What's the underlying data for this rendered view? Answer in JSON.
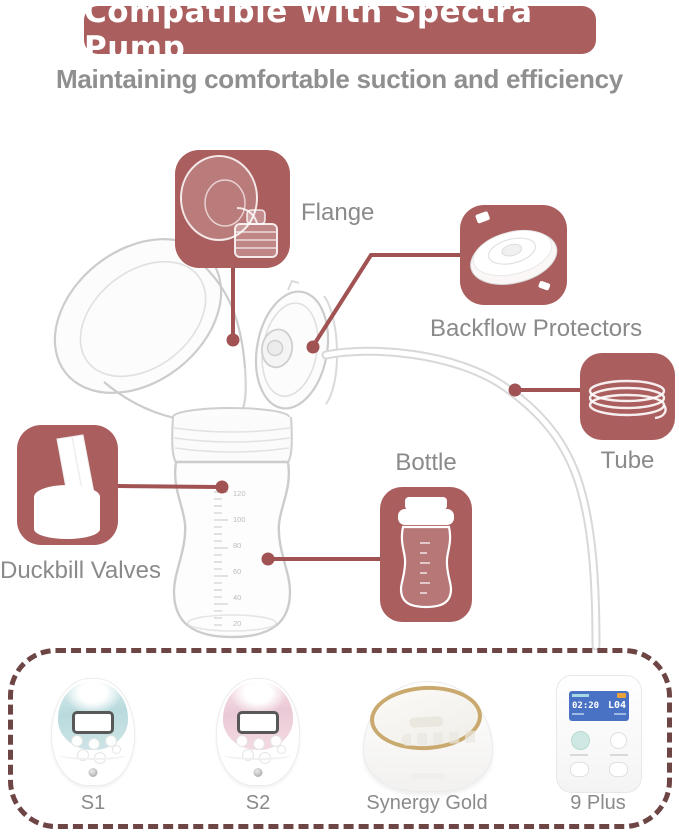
{
  "header": {
    "title": "Compatible With Spectra Pump",
    "subtitle": "Maintaining comfortable suction and efficiency"
  },
  "colors": {
    "rose_box": "#ab5e5e",
    "callout_line": "#a15353",
    "dashed_border": "#6e4545",
    "label_gray": "#8a8a8a",
    "s1_accent": "#b9dadd",
    "s2_accent": "#eac9d6",
    "gold_ring": "#c9a96e",
    "screen_blue": "#4a72c4"
  },
  "callouts": {
    "flange": {
      "label": "Flange"
    },
    "backflow": {
      "label": "Backflow Protectors"
    },
    "tube": {
      "label": "Tube"
    },
    "duckbill": {
      "label": "Duckbill Valves"
    },
    "bottle": {
      "label": "Bottle"
    }
  },
  "bottle_scale": [
    "120",
    "100",
    "80",
    "60",
    "40",
    "20"
  ],
  "pumps": [
    {
      "name": "S1"
    },
    {
      "name": "S2"
    },
    {
      "name": "Synergy Gold"
    },
    {
      "name": "9 Plus"
    }
  ],
  "device_screen": {
    "time": "02:20",
    "level": "L04"
  }
}
